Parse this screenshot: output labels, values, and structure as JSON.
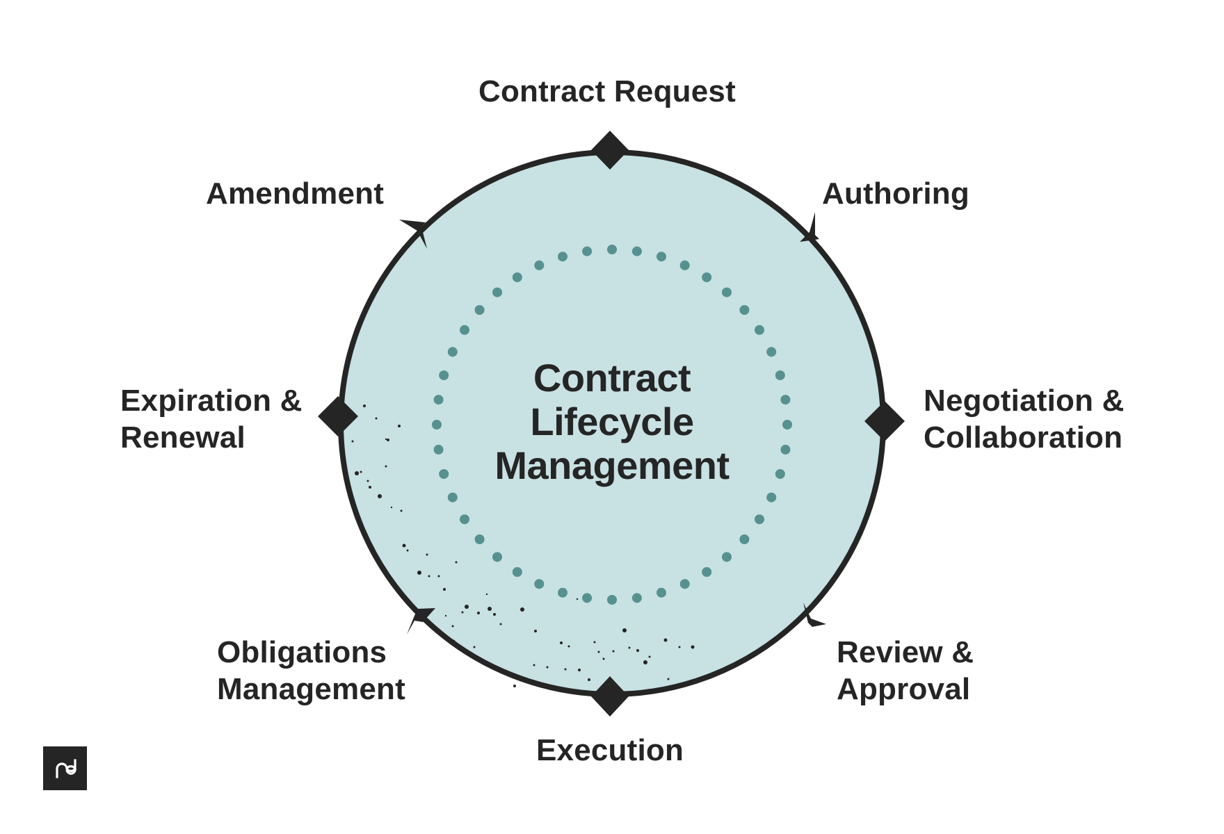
{
  "diagram": {
    "type": "cycle",
    "center_title_lines": [
      "Contract",
      "Lifecycle",
      "Management"
    ],
    "stages": [
      {
        "id": "contract-request",
        "lines": [
          "Contract Request"
        ],
        "marker": "diamond"
      },
      {
        "id": "authoring",
        "lines": [
          "Authoring"
        ],
        "marker": "arrow"
      },
      {
        "id": "negotiation",
        "lines": [
          "Negotiation &",
          "Collaboration"
        ],
        "marker": "diamond"
      },
      {
        "id": "review",
        "lines": [
          "Review &",
          "Approval"
        ],
        "marker": "arrow"
      },
      {
        "id": "execution",
        "lines": [
          "Execution"
        ],
        "marker": "diamond"
      },
      {
        "id": "obligations",
        "lines": [
          "Obligations",
          "Management"
        ],
        "marker": "arrow"
      },
      {
        "id": "expiration",
        "lines": [
          "Expiration &",
          "Renewal"
        ],
        "marker": "diamond"
      },
      {
        "id": "amendment",
        "lines": [
          "Amendment"
        ],
        "marker": "arrow"
      }
    ],
    "flow_direction": "clockwise"
  },
  "colors": {
    "circle_fill": "#C8E1E3",
    "outline": "#252525",
    "dots": "#56918F",
    "text": "#252525",
    "background": "#FFFFFF"
  },
  "logo": {
    "name": "pandadoc-logo",
    "glyph": "pd"
  }
}
